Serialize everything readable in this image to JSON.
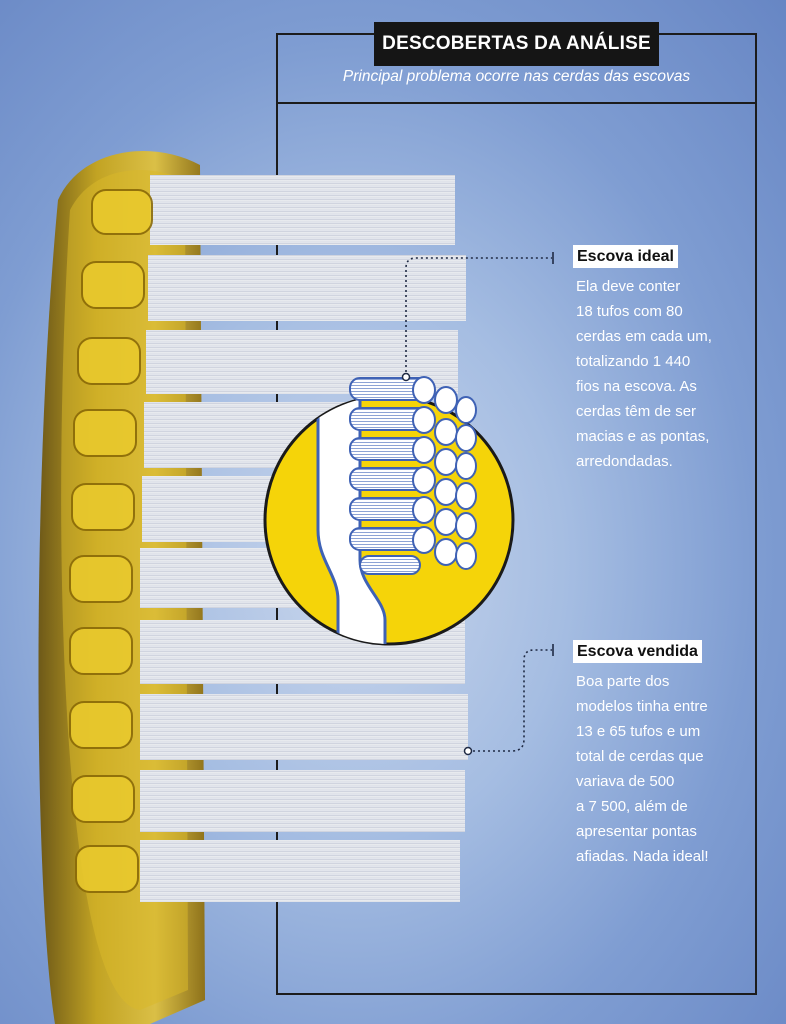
{
  "header": {
    "title": "DESCOBERTAS DA ANÁLISE",
    "subtitle": "Principal problema ocorre nas cerdas das escovas"
  },
  "callouts": [
    {
      "heading": "Escova ideal",
      "lines": [
        "Ela deve conter",
        "18 tufos com 80",
        "cerdas em cada um,",
        "totalizando 1 440",
        "fios na escova. As",
        "cerdas têm de ser",
        "macias e as pontas,",
        "arredondadas."
      ]
    },
    {
      "heading": "Escova vendida",
      "lines": [
        "Boa parte dos",
        "modelos tinha entre",
        "13 e 65 tufos e um",
        "total de cerdas que",
        "variava de 500",
        "a 7 500, além de",
        "apresentar pontas",
        "afiadas. Nada ideal!"
      ]
    }
  ],
  "colors": {
    "background": "#7f9dd2",
    "accent_yellow": "#f5d409",
    "handle_gold": "#b8960f",
    "outline_blue": "#3f62b5"
  }
}
